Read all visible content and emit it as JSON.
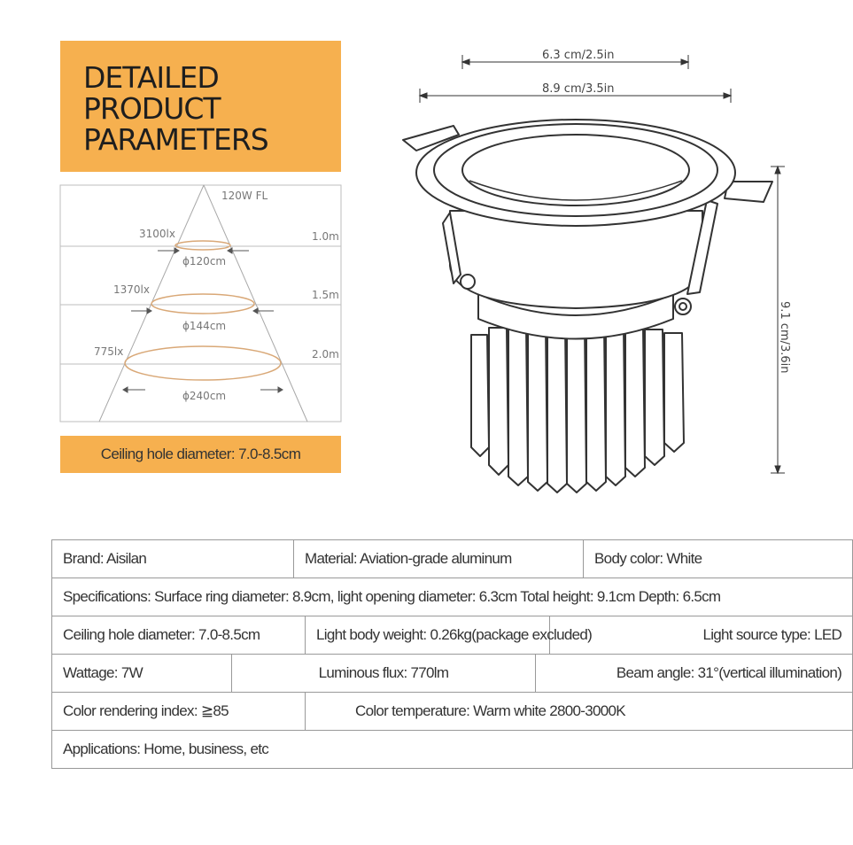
{
  "header": {
    "title_lines": [
      "DETAILED",
      "PRODUCT",
      "PARAMETERS"
    ]
  },
  "beam_diagram": {
    "label": "120W FL",
    "levels": [
      {
        "lux": "3100lx",
        "distance": "1.0m",
        "diameter": "ϕ120cm"
      },
      {
        "lux": "1370lx",
        "distance": "1.5m",
        "diameter": "ϕ144cm"
      },
      {
        "lux": "775lx",
        "distance": "2.0m",
        "diameter": "ϕ240cm"
      }
    ]
  },
  "ceiling_hole_note": "Ceiling hole diameter: 7.0-8.5cm",
  "dimensions": {
    "opening": "6.3 cm/2.5in",
    "ring": "8.9 cm/3.5in",
    "height": "9.1 cm/3.6in"
  },
  "specs": {
    "brand": "Brand: Aisilan",
    "material": "Material: Aviation-grade aluminum",
    "body_color": "Body color: White",
    "specifications": "Specifications: Surface ring diameter: 8.9cm, light opening diameter: 6.3cm Total height: 9.1cm  Depth: 6.5cm",
    "ceiling_hole": "Ceiling hole diameter: 7.0-8.5cm",
    "weight": "Light body weight: 0.26kg(package excluded)",
    "light_source": "Light source type: LED",
    "wattage": "Wattage: 7W",
    "luminous_flux": "Luminous flux: 770lm",
    "beam_angle": "Beam angle: 31°(vertical illumination)",
    "cri": "Color rendering index: ≧85",
    "color_temp": "Color temperature: Warm white 2800-3000K",
    "applications": "Applications: Home, business, etc"
  },
  "colors": {
    "accent": "#f6b04f",
    "beam_ring": "#d9a877",
    "line": "#333333"
  }
}
